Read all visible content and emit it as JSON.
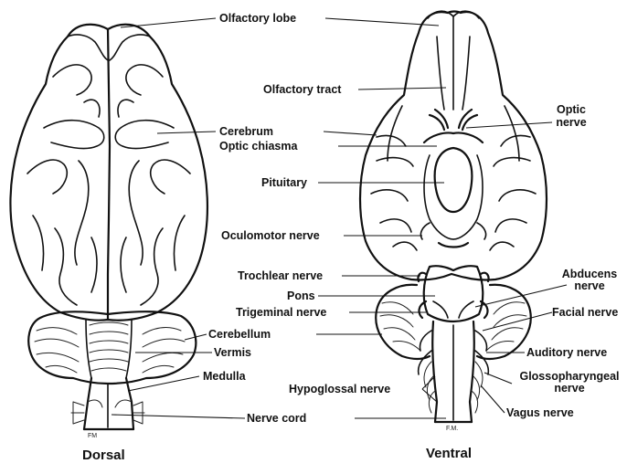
{
  "views": {
    "dorsal": "Dorsal",
    "ventral": "Ventral"
  },
  "signatures": {
    "dorsal": "FM",
    "ventral": "F.M."
  },
  "labels": {
    "olfactory_lobe": "Olfactory lobe",
    "olfactory_tract": "Olfactory tract",
    "optic_nerve": "Optic nerve",
    "cerebrum": "Cerebrum",
    "optic_chiasma": "Optic chiasma",
    "pituitary": "Pituitary",
    "oculomotor_nerve": "Oculomotor nerve",
    "trochlear_nerve": "Trochlear nerve",
    "abducens_nerve": "Abducens nerve",
    "pons": "Pons",
    "trigeminal_nerve": "Trigeminal nerve",
    "facial_nerve": "Facial nerve",
    "cerebellum": "Cerebellum",
    "vermis": "Vermis",
    "auditory_nerve": "Auditory nerve",
    "medulla": "Medulla",
    "glossopharyngeal_nerve": "Glossopharyngeal nerve",
    "hypoglossal_nerve": "Hypoglossal nerve",
    "vagus_nerve": "Vagus nerve",
    "nerve_cord": "Nerve cord"
  }
}
